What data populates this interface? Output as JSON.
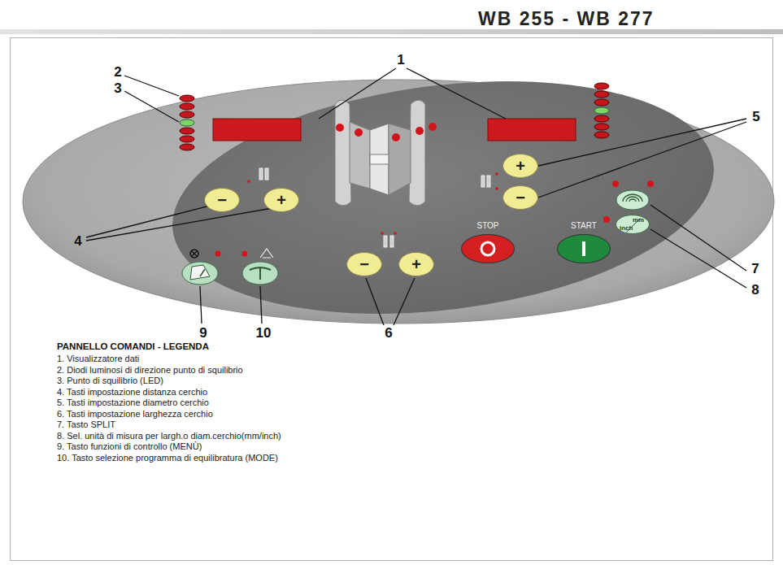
{
  "diagram": {
    "title": "WB 255 - WB 277",
    "nodes": [
      {
        "text": [
          "−"
        ]
      },
      {
        "text": [
          "+"
        ]
      },
      {
        "text": [
          "+"
        ]
      },
      {
        "text": [
          "−"
        ]
      },
      {
        "text": [
          "−"
        ]
      },
      {
        "text": [
          "+"
        ]
      },
      {
        "text": [
          "STOP"
        ]
      },
      {
        "text": [
          "START"
        ]
      },
      {
        "text": [
          "mm",
          "inch"
        ]
      }
    ],
    "labels": [
      "1",
      "2",
      "3",
      "4",
      "5",
      "6",
      "7",
      "8",
      "9",
      "10",
      "PANNELLO COMANDI - LEGENDA",
      "1. Visualizzatore dati",
      "2. Diodi luminosi di direzione punto di squilibrio",
      "3. Punto di squilibrio (LED)",
      "4. Tasti impostazione distanza cerchio",
      "5. Tasti impostazione diametro cerchio",
      "6. Tasti impostazione larghezza cerchio",
      "7. Tasto SPLIT",
      "8. Sel. unità di misura per largh.o diam.cerchio(mm/inch)",
      "9. Tasto funzioni di controllo (MENÙ)",
      "10. Tasto selezione programma di equilibratura (MODE)"
    ]
  }
}
